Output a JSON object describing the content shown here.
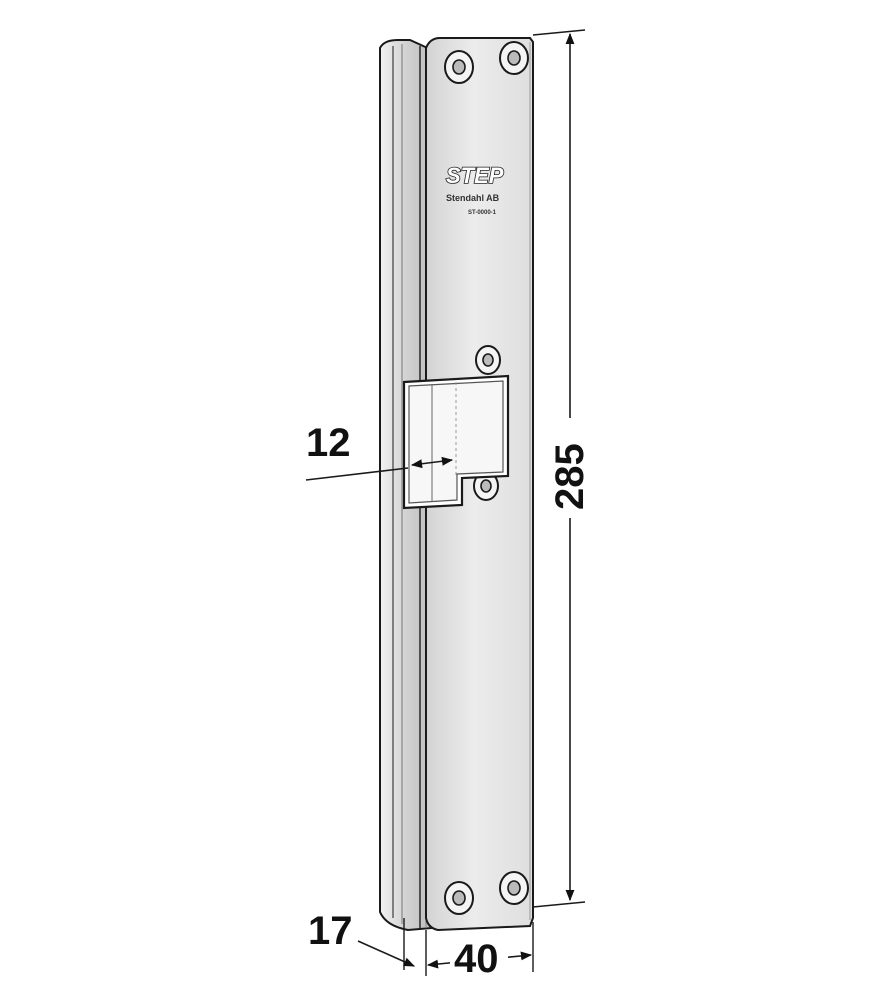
{
  "product": {
    "logo": "STEP",
    "maker": "Stendahl AB",
    "part_code": "ST-0000-1"
  },
  "dimensions": {
    "height": "285",
    "width": "40",
    "depth": "17",
    "cutout": "12"
  },
  "colors": {
    "line": "#1a1a1a",
    "plate_light": "#efefef",
    "plate_mid": "#dcdcdc",
    "plate_dark": "#c9c9c9",
    "background": "#ffffff"
  }
}
